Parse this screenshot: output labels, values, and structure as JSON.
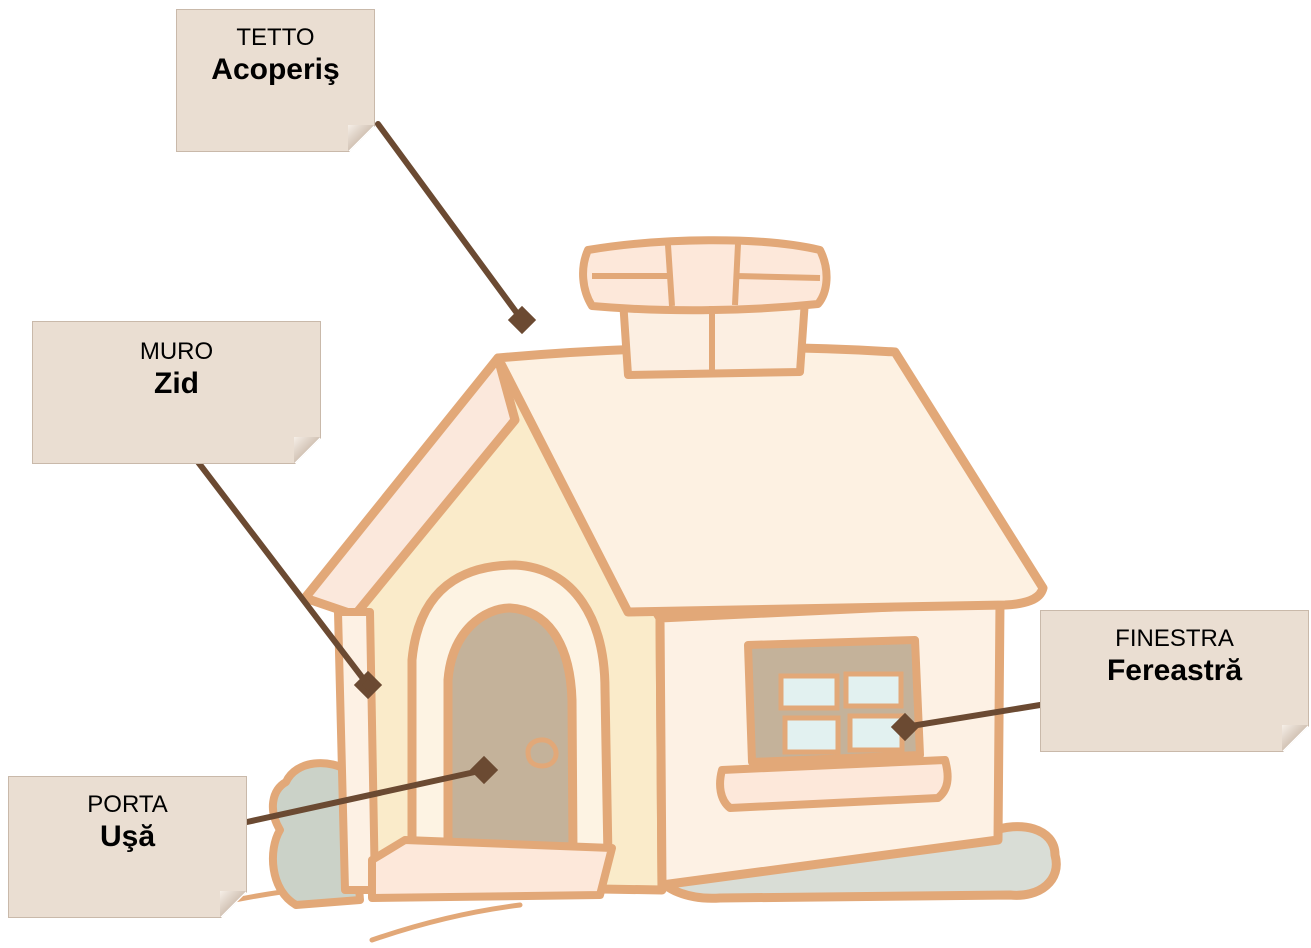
{
  "labels": {
    "roof": {
      "italian": "TETTO",
      "romanian": "Acoperiş"
    },
    "wall": {
      "italian": "MURO",
      "romanian": "Zid"
    },
    "window": {
      "italian": "FINESTRA",
      "romanian": "Fereastră"
    },
    "door": {
      "italian": "PORTA",
      "romanian": "Uşă"
    }
  },
  "colors": {
    "outline": "#e2a878",
    "roof": "#fdf1e2",
    "wall_front": "#faebca",
    "wall_side": "#fdf1e4",
    "door": "#c4b29a",
    "window_glass": "#e2f1f0",
    "bush": "#cbd2c8",
    "leader": "#6b4a32",
    "note": "#eaded2"
  }
}
